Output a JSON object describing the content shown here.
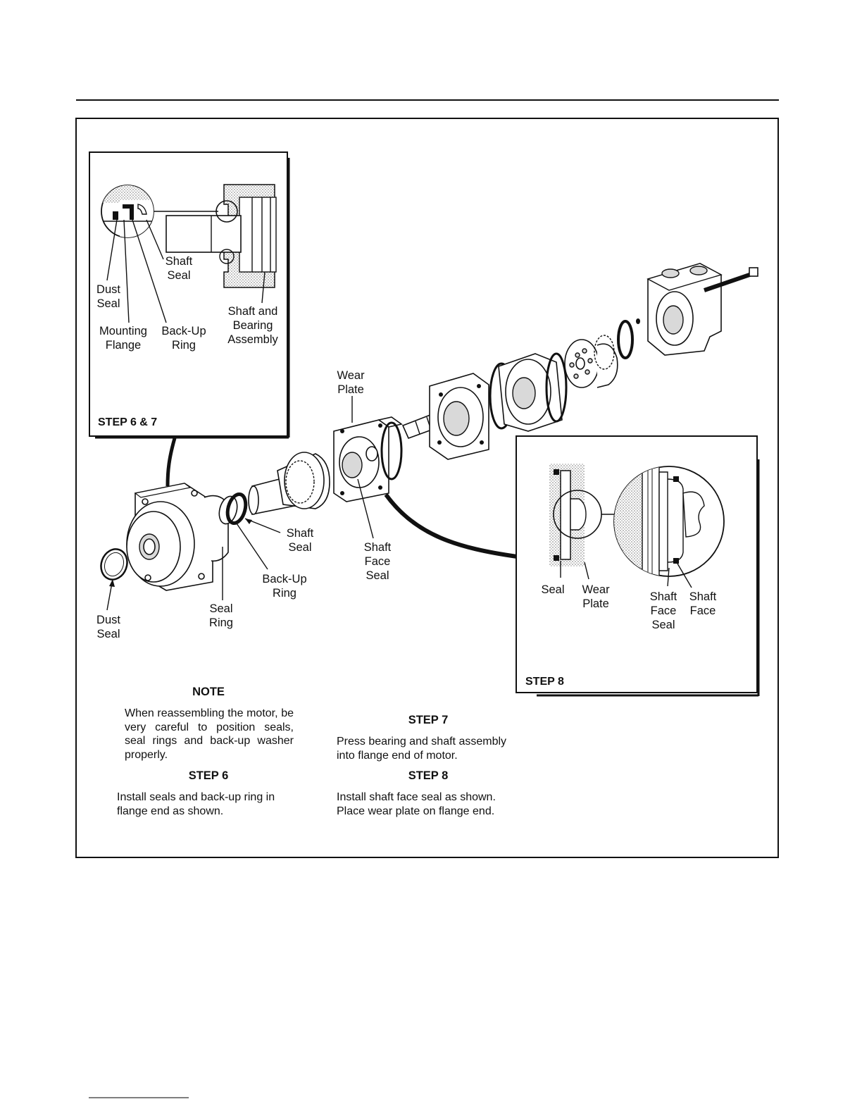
{
  "insets": {
    "step67": {
      "title": "STEP 6 & 7",
      "labels": {
        "shaft_seal": [
          "Shaft",
          "Seal"
        ],
        "dust_seal": [
          "Dust",
          "Seal"
        ],
        "shaft_bearing": [
          "Shaft and",
          "Bearing",
          "Assembly"
        ],
        "mounting_flange": [
          "Mounting",
          "Flange"
        ],
        "backup_ring": [
          "Back-Up",
          "Ring"
        ]
      }
    },
    "step8": {
      "title": "STEP 8",
      "labels": {
        "seal": "Seal",
        "wear_plate": [
          "Wear",
          "Plate"
        ],
        "shaft_face_seal": [
          "Shaft",
          "Face",
          "Seal"
        ],
        "shaft_face": [
          "Shaft",
          "Face"
        ]
      }
    }
  },
  "main_labels": {
    "wear_plate": [
      "Wear",
      "Plate"
    ],
    "shaft_seal": [
      "Shaft",
      "Seal"
    ],
    "shaft_face_seal": [
      "Shaft",
      "Face",
      "Seal"
    ],
    "backup_ring": [
      "Back-Up",
      "Ring"
    ],
    "seal_ring": [
      "Seal",
      "Ring"
    ],
    "dust_seal": [
      "Dust",
      "Seal"
    ]
  },
  "notes": {
    "note_heading": "NOTE",
    "note_text": "When reassembling the motor, be very careful to position seals, seal rings and back-up washer properly.",
    "step6_heading": "STEP 6",
    "step6_text": "Install seals and back-up ring in flange end as shown.",
    "step7_heading": "STEP 7",
    "step7_text": "Press bearing and shaft assembly into flange end of motor.",
    "step8_heading": "STEP 8",
    "step8_text": "Install shaft face seal as shown. Place wear plate on flange end."
  }
}
